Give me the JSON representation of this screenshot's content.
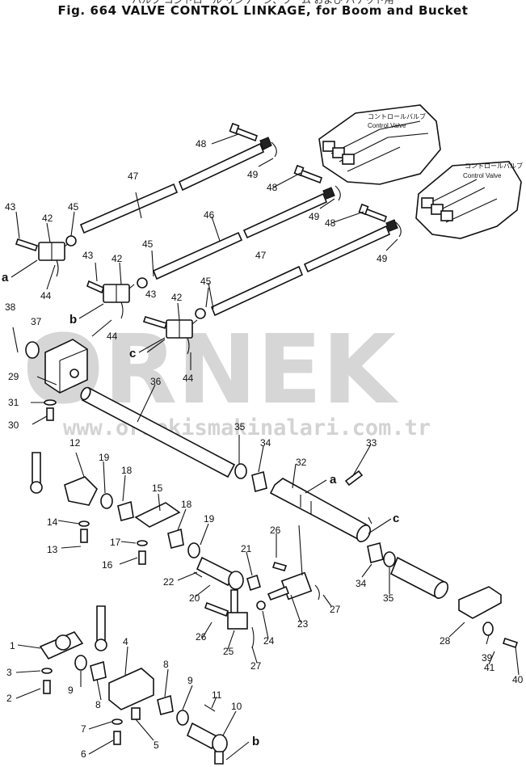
{
  "header": {
    "title_jp": "バルブ コントロール リンケージ、ブーム および バケット用",
    "title": "Fig. 664   VALVE CONTROL LINKAGE, for Boom and Bucket"
  },
  "watermark": {
    "brand": "ORNEK",
    "url": "www.ornekismakinalari.com.tr"
  },
  "valves": [
    {
      "label_jp": "コントロールバルブ",
      "label": "Control Valve"
    },
    {
      "label_jp": "コントロールバルブ",
      "label": "Control Valve"
    }
  ],
  "callouts": [
    "1",
    "2",
    "3",
    "4",
    "5",
    "6",
    "7",
    "8",
    "8",
    "9",
    "9",
    "10",
    "11",
    "12",
    "13",
    "14",
    "15",
    "16",
    "17",
    "18",
    "18",
    "19",
    "19",
    "20",
    "21",
    "22",
    "23",
    "24",
    "25",
    "26",
    "26",
    "27",
    "27",
    "28",
    "29",
    "30",
    "31",
    "32",
    "33",
    "34",
    "34",
    "35",
    "35",
    "36",
    "37",
    "38",
    "39",
    "40",
    "41",
    "42",
    "42",
    "42",
    "43",
    "43",
    "43",
    "44",
    "44",
    "44",
    "45",
    "45",
    "45",
    "46",
    "47",
    "47",
    "48",
    "48",
    "48",
    "49",
    "49",
    "49"
  ],
  "connection_letters": [
    "a",
    "a",
    "b",
    "b",
    "c",
    "c"
  ]
}
